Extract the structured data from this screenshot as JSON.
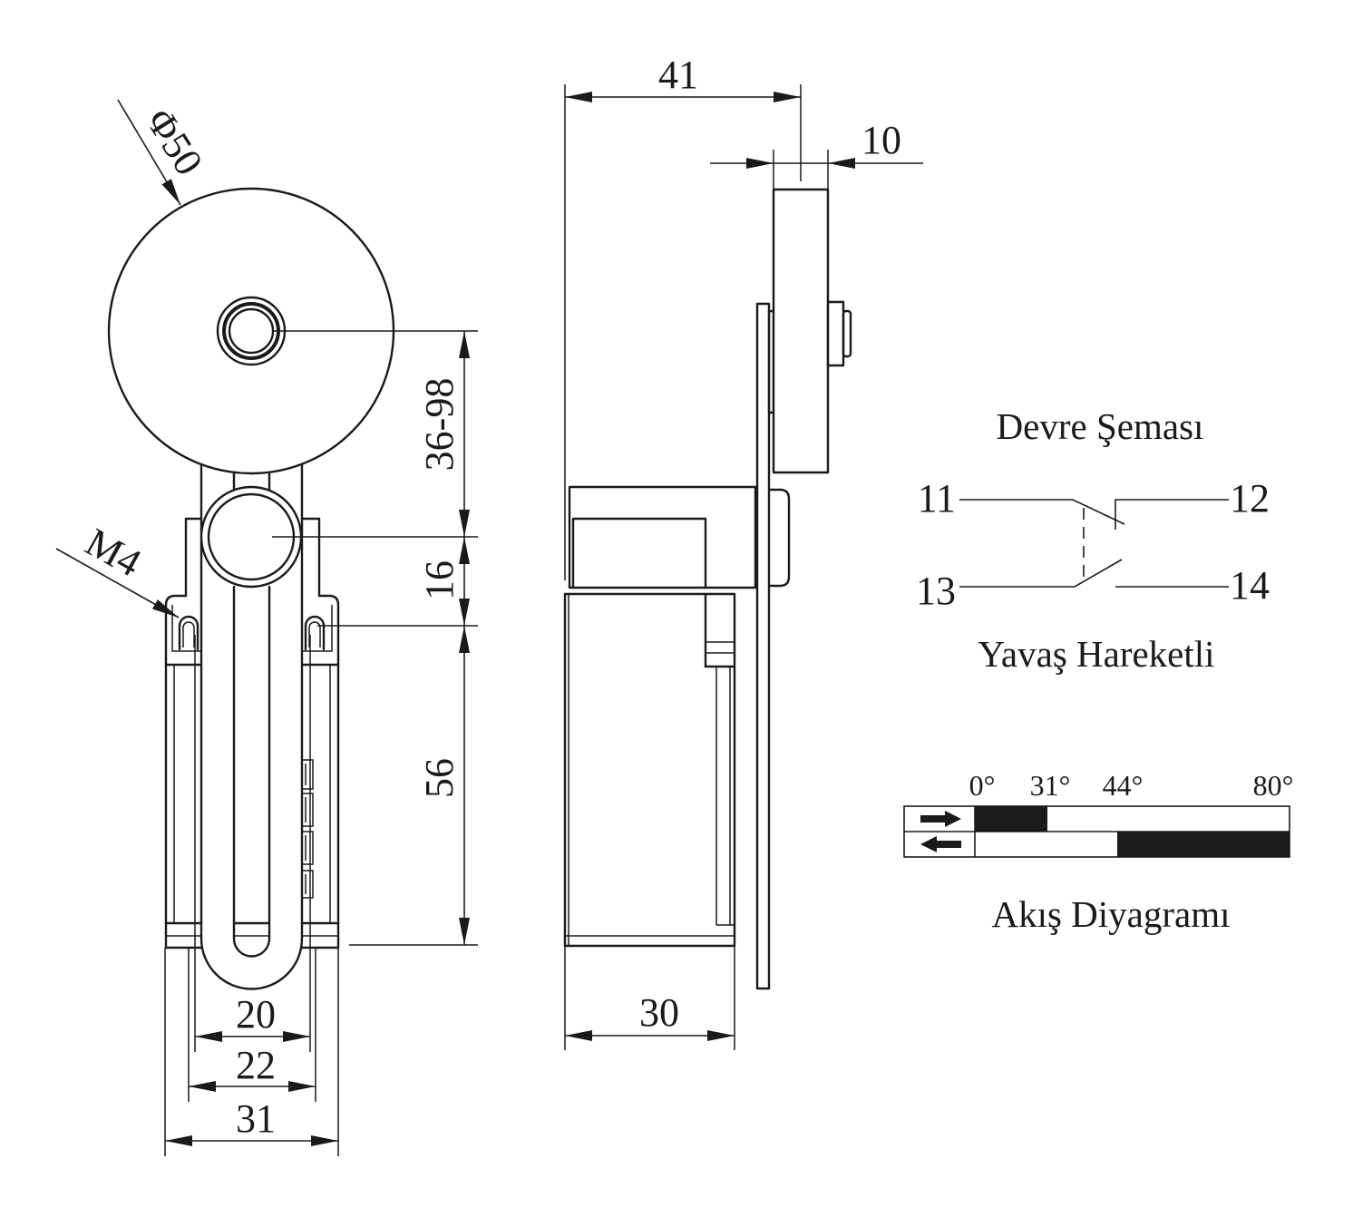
{
  "front_view": {
    "roller_diameter": "Φ50",
    "thread": "M4",
    "dim_lever_length": "36-98",
    "dim_pivot_to_mount": "16",
    "dim_mount_to_base": "56",
    "dim_width_inner": "20",
    "dim_width_mount": "22",
    "dim_width_body": "31"
  },
  "side_view": {
    "dim_total_depth": "41",
    "dim_roller_width": "10",
    "dim_body_depth": "30"
  },
  "circuit": {
    "title": "Devre Şeması",
    "terminals": [
      "11",
      "12",
      "13",
      "14"
    ],
    "subtitle": "Yavaş Hareketli"
  },
  "travel_diagram": {
    "angles": [
      "0°",
      "31°",
      "44°",
      "80°"
    ],
    "title": "Akış Diyagramı"
  }
}
